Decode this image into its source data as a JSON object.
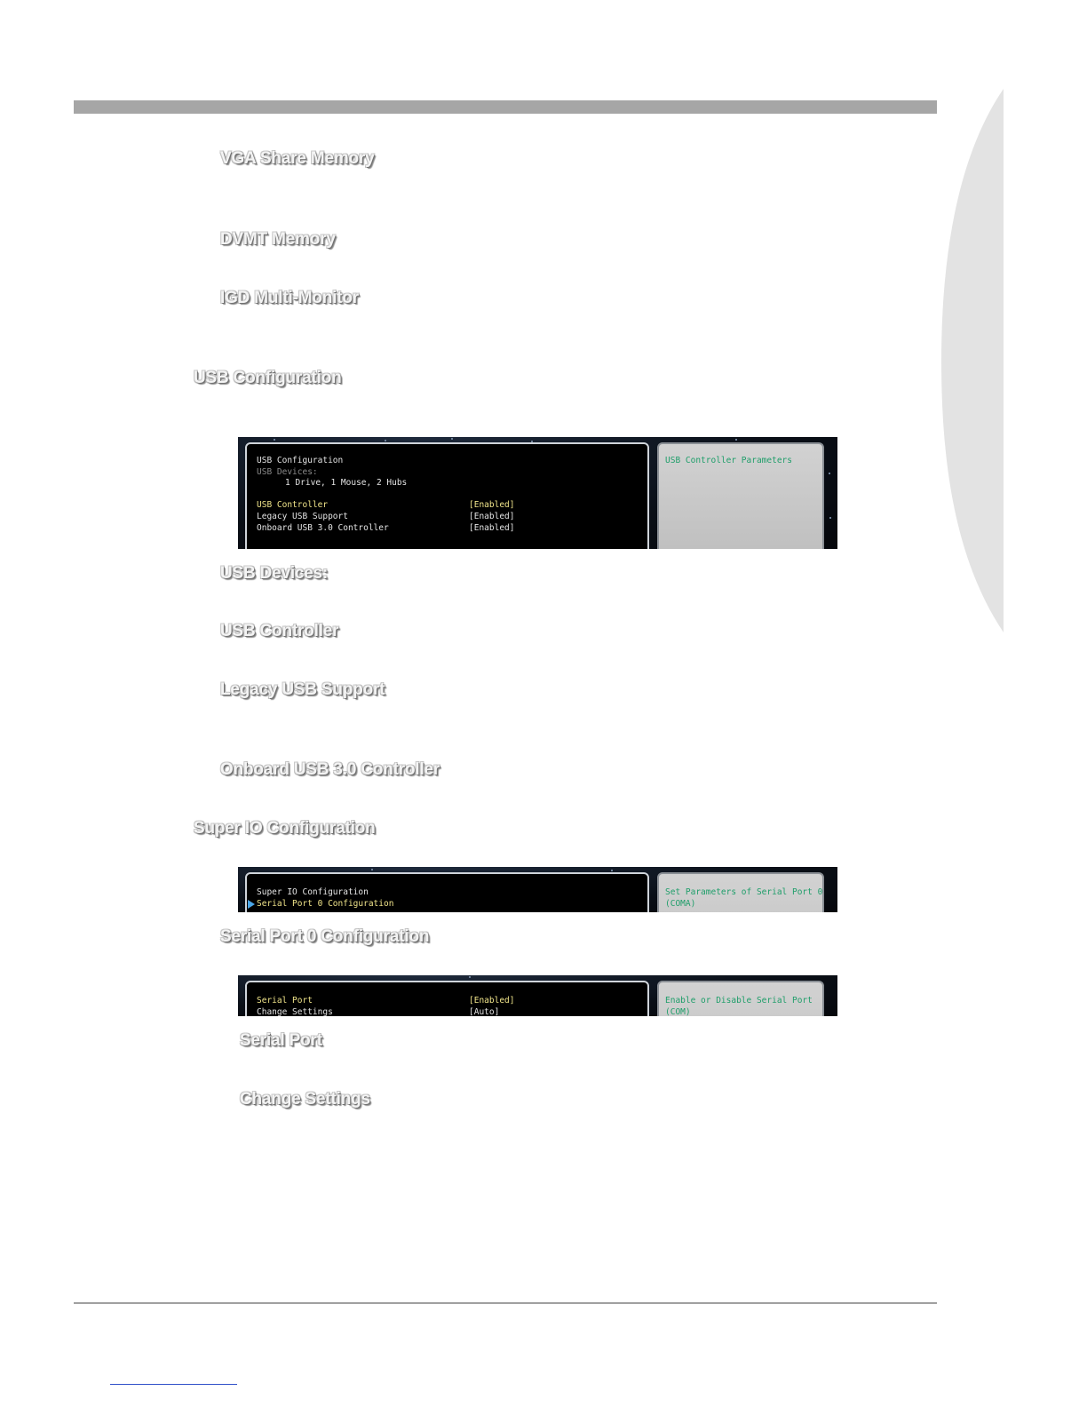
{
  "headings": {
    "vga_share_memory": "VGA Share Memory",
    "dvmt_memory": "DVMT Memory",
    "igd_multi_monitor": "IGD Multi-Monitor",
    "usb_configuration": "USB Configuration",
    "usb_devices": "USB Devices:",
    "usb_controller": "USB Controller",
    "legacy_usb_support": "Legacy USB Support",
    "onboard_usb3_controller": "Onboard USB 3.0 Controller",
    "super_io_configuration": "Super IO Configuration",
    "serial_port0_configuration": "Serial Port 0 Configuration",
    "serial_port": "Serial Port",
    "change_settings": "Change Settings"
  },
  "usb_screen": {
    "title": "USB Configuration",
    "devices_label": "USB Devices:",
    "devices_value": "1 Drive, 1 Mouse, 2 Hubs",
    "rows": [
      {
        "label": "USB Controller",
        "value": "[Enabled]"
      },
      {
        "label": "Legacy USB Support",
        "value": "[Enabled]"
      },
      {
        "label": "Onboard USB 3.0 Controller",
        "value": "[Enabled]"
      }
    ],
    "help": "USB Controller Parameters"
  },
  "superio_screen": {
    "title": "Super IO Configuration",
    "item": "Serial Port 0 Configuration",
    "help_line1": "Set Parameters of Serial Port 0",
    "help_line2": "(COMA)"
  },
  "serial_screen": {
    "rows": [
      {
        "label": "Serial Port",
        "value": "[Enabled]"
      },
      {
        "label": "Change Settings",
        "value": "[Auto]"
      }
    ],
    "help_line1": "Enable or Disable Serial Port",
    "help_line2": "(COM)"
  },
  "colors": {
    "header_bar": "#a6a6a6",
    "bios_highlight": "#f0e48a",
    "bios_help_text": "#1f9e6a",
    "side_tab": "#e3e3e3"
  }
}
